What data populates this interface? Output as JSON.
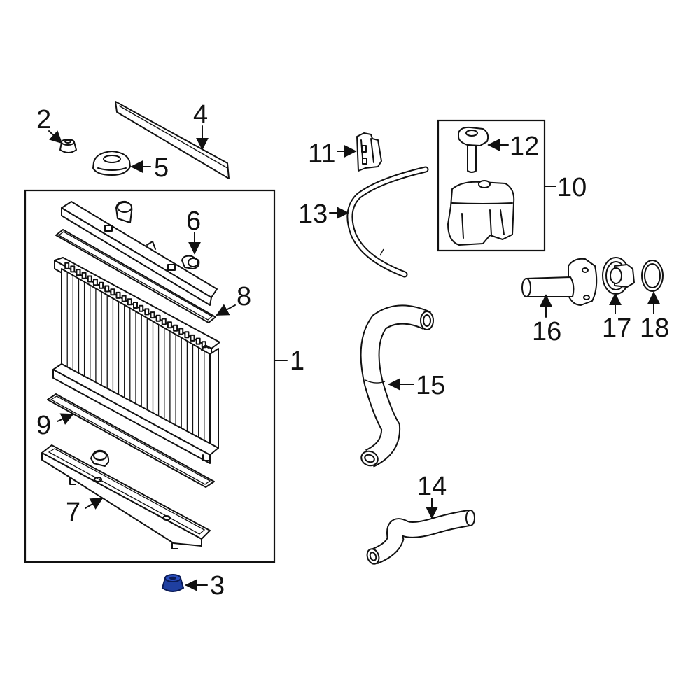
{
  "diagram": {
    "callouts": [
      {
        "id": "1",
        "label": "1"
      },
      {
        "id": "2",
        "label": "2"
      },
      {
        "id": "3",
        "label": "3"
      },
      {
        "id": "4",
        "label": "4"
      },
      {
        "id": "5",
        "label": "5"
      },
      {
        "id": "6",
        "label": "6"
      },
      {
        "id": "7",
        "label": "7"
      },
      {
        "id": "8",
        "label": "8"
      },
      {
        "id": "9",
        "label": "9"
      },
      {
        "id": "10",
        "label": "10"
      },
      {
        "id": "11",
        "label": "11"
      },
      {
        "id": "12",
        "label": "12"
      },
      {
        "id": "13",
        "label": "13"
      },
      {
        "id": "14",
        "label": "14"
      },
      {
        "id": "15",
        "label": "15"
      },
      {
        "id": "16",
        "label": "16"
      },
      {
        "id": "17",
        "label": "17"
      },
      {
        "id": "18",
        "label": "18"
      }
    ],
    "highlight_part": "3",
    "colors": {
      "line": "#111111",
      "highlight_fill": "#1f3fa0",
      "highlight_stroke": "#0a1a55",
      "background": "#ffffff"
    }
  }
}
